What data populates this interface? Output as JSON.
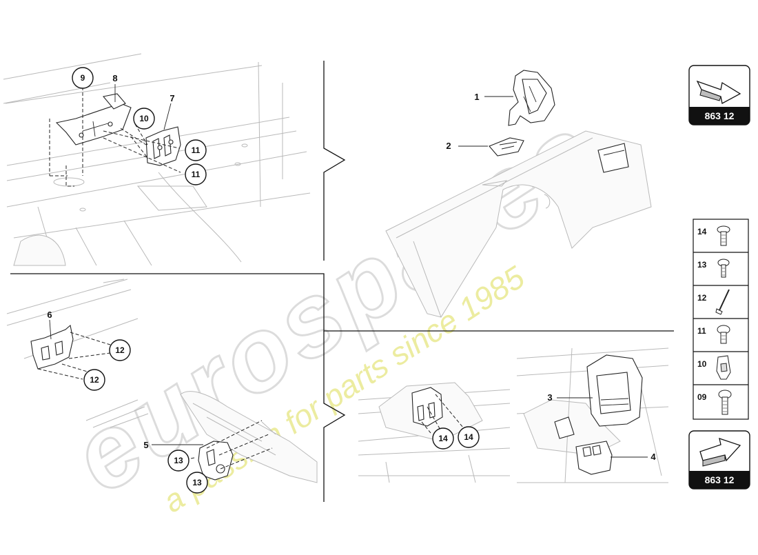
{
  "watermark": {
    "brand": "eurospares",
    "tagline": "a passion for parts since 1985",
    "tagline_color": "#ecec9a",
    "brand_color": "#e2e2e2"
  },
  "callouts": {
    "c1": "1",
    "c2": "2",
    "c3": "3",
    "c4": "4",
    "c5": "5",
    "c6": "6",
    "c7": "7",
    "c8": "8",
    "c9": "9",
    "c10": "10",
    "c11a": "11",
    "c11b": "11",
    "c12a": "12",
    "c12b": "12",
    "c13a": "13",
    "c13b": "13",
    "c14a": "14",
    "c14b": "14"
  },
  "nav": {
    "prev": {
      "icon": "arrow-back-icon",
      "code": "863 12"
    },
    "next": {
      "icon": "arrow-forward-icon",
      "code": "863 12"
    }
  },
  "fasteners": [
    {
      "number": "14",
      "icon": "screw-flanged-icon"
    },
    {
      "number": "13",
      "icon": "screw-icon"
    },
    {
      "number": "12",
      "icon": "rivet-icon"
    },
    {
      "number": "11",
      "icon": "bolt-flanged-icon"
    },
    {
      "number": "10",
      "icon": "clip-nut-icon"
    },
    {
      "number": "09",
      "icon": "bolt-icon"
    }
  ],
  "colors": {
    "line": "#222222",
    "ghost": "#b9b9b9",
    "badge": "#111111"
  }
}
